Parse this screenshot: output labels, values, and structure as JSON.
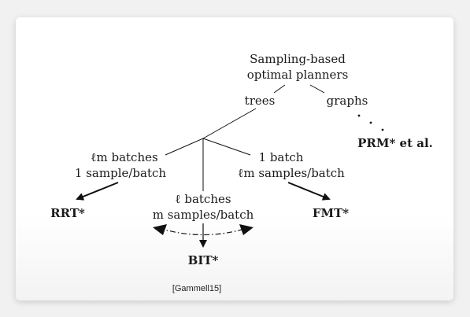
{
  "diagram": {
    "root": {
      "line1": "Sampling-based",
      "line2": "optimal planners"
    },
    "branch_trees": "trees",
    "branch_graphs": "graphs",
    "ellipsis": ". . .",
    "prm": "PRM* et al.",
    "left_edge": {
      "line1": "ℓm batches",
      "line2": "1 sample/batch"
    },
    "mid_edge": {
      "line1": "ℓ batches",
      "line2": "m samples/batch"
    },
    "right_edge": {
      "line1": "1 batch",
      "line2": "ℓm samples/batch"
    },
    "rrt": "RRT*",
    "bit": "BIT*",
    "fmt": "FMT*",
    "citation": "[Gammell15]"
  },
  "colors": {
    "ink": "#1a1a1a",
    "background": "#ffffff"
  }
}
